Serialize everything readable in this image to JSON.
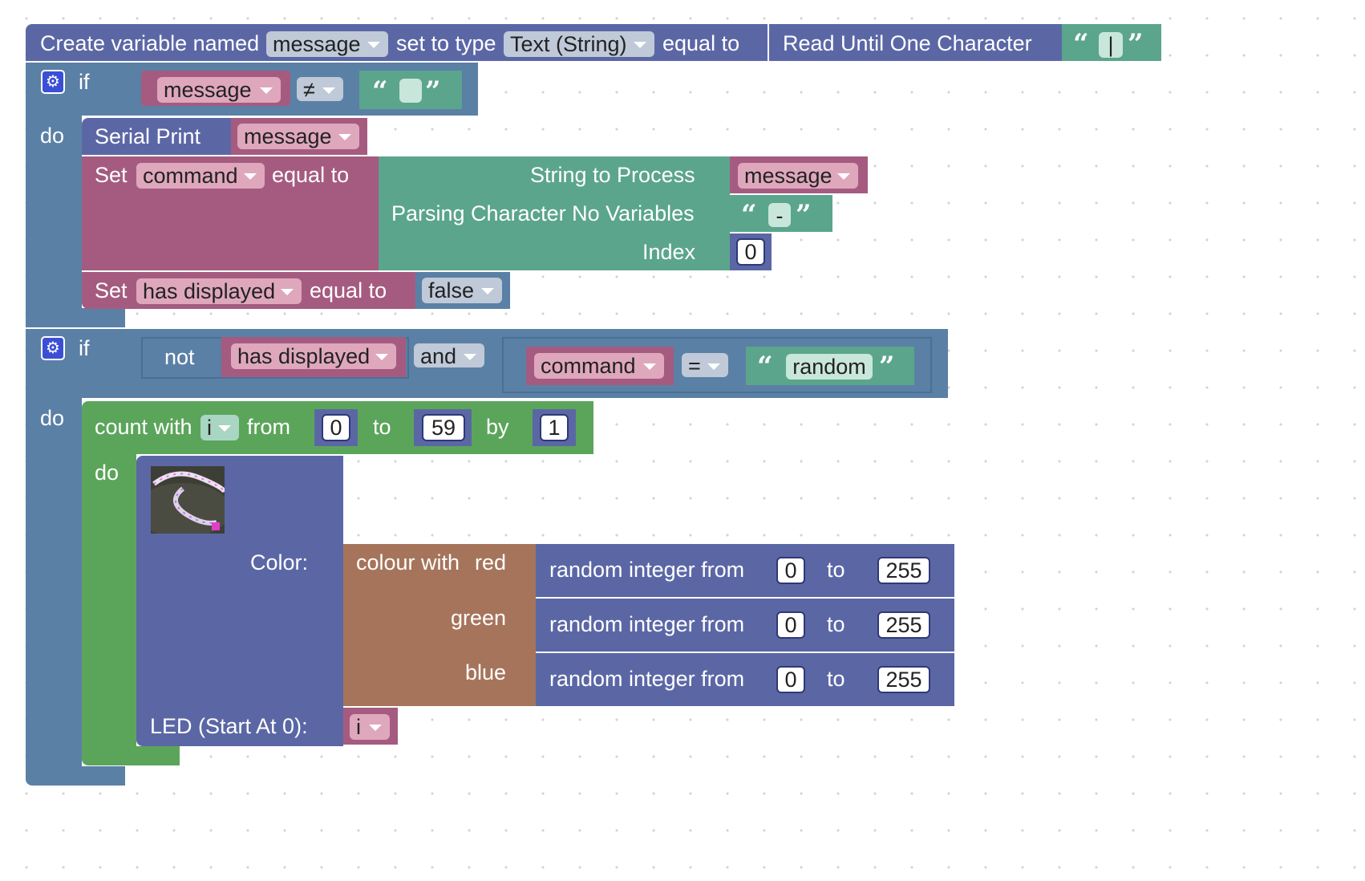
{
  "create_var": {
    "label_create": "Create variable named",
    "var_name": "message",
    "label_type": "set to type",
    "type_value": "Text (String)",
    "label_equal": "equal to",
    "read_label": "Read Until One Character",
    "read_char": "|"
  },
  "if1": {
    "if_label": "if",
    "do_label": "do",
    "left_var": "message",
    "operator": "≠",
    "right_text": "",
    "serial_print": {
      "label": "Serial Print",
      "var": "message"
    },
    "set_command": {
      "set_label": "Set",
      "var": "command",
      "equal_label": "equal to",
      "process": {
        "string_label": "String to Process",
        "string_var": "message",
        "char_label": "Parsing Character No Variables",
        "char_value": "-",
        "index_label": "Index",
        "index_value": "0"
      }
    },
    "set_displayed": {
      "set_label": "Set",
      "var": "has displayed",
      "equal_label": "equal to",
      "value": "false"
    }
  },
  "if2": {
    "if_label": "if",
    "do_label": "do",
    "not_label": "not",
    "not_var": "has displayed",
    "logic_op": "and",
    "cmp_var": "command",
    "cmp_op": "=",
    "cmp_text": "random",
    "loop": {
      "count_label": "count with",
      "var": "i",
      "from_label": "from",
      "from_value": "0",
      "to_label": "to",
      "to_value": "59",
      "by_label": "by",
      "by_value": "1",
      "do_label": "do",
      "led": {
        "color_label": "Color:",
        "colour_with": "colour with",
        "red_label": "red",
        "green_label": "green",
        "blue_label": "blue",
        "random_label": "random integer from",
        "to_label": "to",
        "rows": [
          {
            "from": "0",
            "to": "255"
          },
          {
            "from": "0",
            "to": "255"
          },
          {
            "from": "0",
            "to": "255"
          }
        ],
        "start_label": "LED (Start At 0):",
        "start_var": "i"
      }
    }
  },
  "colors": {
    "logic": "#5b80a5",
    "procedure": "#5b67a5",
    "variable": "#a55b80",
    "text": "#5ba58c",
    "loop": "#5ba55b",
    "colour": "#a5745b"
  },
  "icons": [
    "gear-icon",
    "led-strip-image",
    "dropdown-arrow-icon"
  ]
}
